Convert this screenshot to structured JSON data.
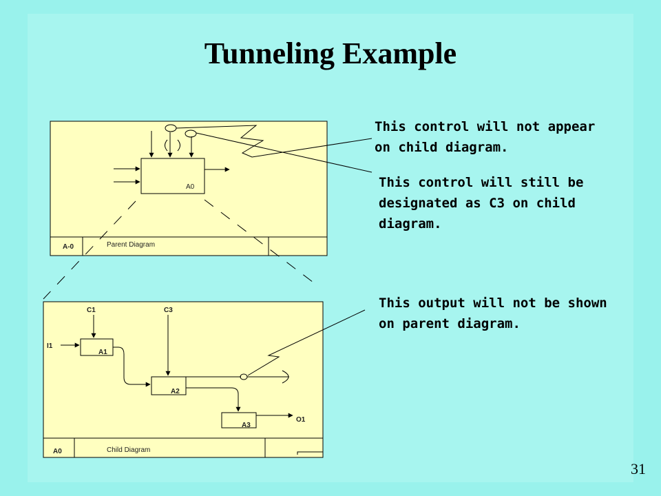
{
  "title": "Tunneling Example",
  "slide_number": "31",
  "annotations": {
    "control_not_appear": [
      "This control will not appear",
      "on child diagram."
    ],
    "control_designated": [
      "This control will still be",
      "designated as C3 on child",
      "diagram."
    ],
    "output_not_shown": [
      "This output will not be shown",
      "on parent diagram."
    ]
  },
  "parent_diagram": {
    "node_label": "A-0",
    "title": "Parent Diagram",
    "box_label": "A0"
  },
  "child_diagram": {
    "node_label": "A0",
    "title": "Child Diagram",
    "labels": {
      "c1": "C1",
      "c3": "C3",
      "i1": "I1",
      "a1": "A1",
      "a2": "A2",
      "a3": "A3",
      "o1": "O1"
    }
  },
  "colors": {
    "background": "#99f2ec",
    "diagram_fill": "#ffffc0",
    "line": "#000000"
  }
}
